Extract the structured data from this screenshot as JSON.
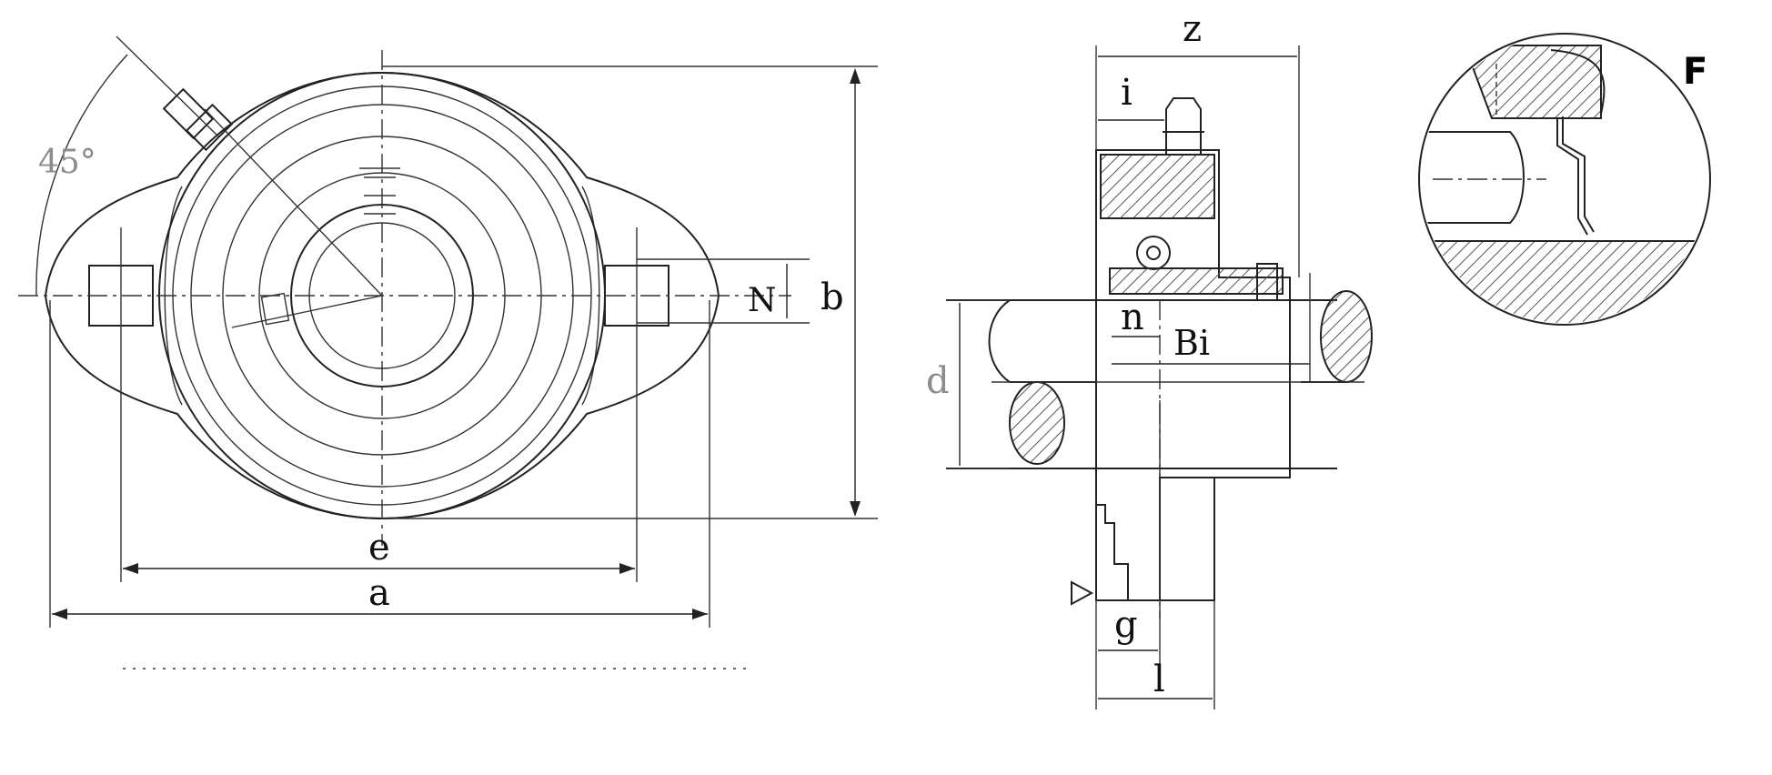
{
  "labels": {
    "angle": "45°",
    "N": "N",
    "b": "b",
    "e": "e",
    "a": "a",
    "z": "z",
    "i": "i",
    "n": "n",
    "Bi": "Bi",
    "d": "d",
    "g": "g",
    "l": "l",
    "F": "F"
  },
  "colors": {
    "line": "#222222",
    "hatch": "#555555",
    "gray_label": "#8c8c8c",
    "background": "#ffffff"
  }
}
